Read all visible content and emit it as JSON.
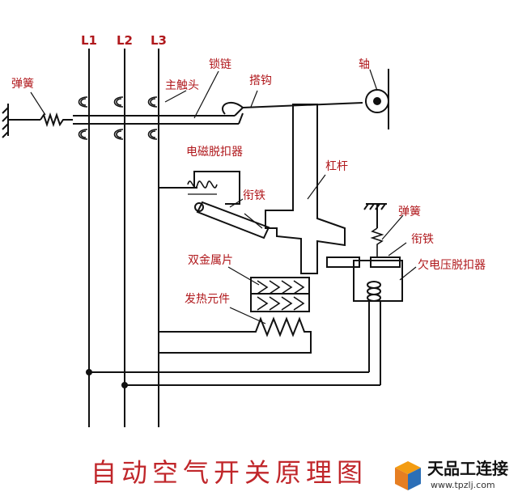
{
  "phases": {
    "l1": "L1",
    "l2": "L2",
    "l3": "L3"
  },
  "labels": {
    "spring_left": "弹簧",
    "lock_chain": "锁链",
    "main_contact": "主触头",
    "hook": "搭钩",
    "shaft": "轴",
    "em_release": "电磁脱扣器",
    "armature_left": "衔铁",
    "lever": "杠杆",
    "spring_right": "弹簧",
    "armature_right": "衔铁",
    "undervoltage_release": "欠电压脱扣器",
    "bimetal": "双金属片",
    "heating_element": "发热元件"
  },
  "title": "自动空气开关原理图",
  "watermark": {
    "name": "天品工连接",
    "url": "www.tpzlj.com"
  },
  "colors": {
    "line": "#111111",
    "label": "#b0181c",
    "title": "#c0262a"
  }
}
